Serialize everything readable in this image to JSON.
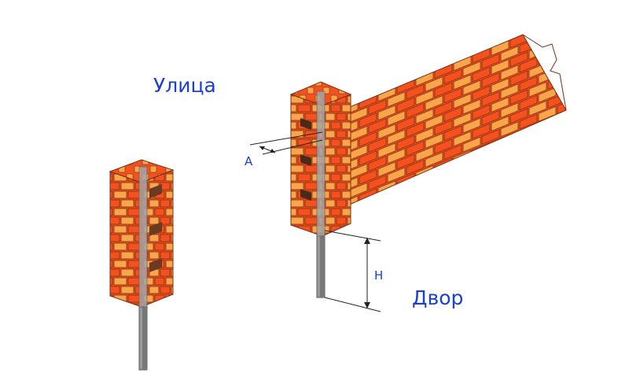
{
  "labels": {
    "street": "Улица",
    "yard": "Двор",
    "dim_a": "A",
    "dim_h": "H"
  },
  "colors": {
    "brick_dark": "#f4511e",
    "brick_light": "#f9a54a",
    "mortar": "#8a3a1c",
    "post": "#9a9a9a",
    "post_dark": "#6e6e6e",
    "text": "#1a3fd6",
    "dim_line": "#222222"
  }
}
